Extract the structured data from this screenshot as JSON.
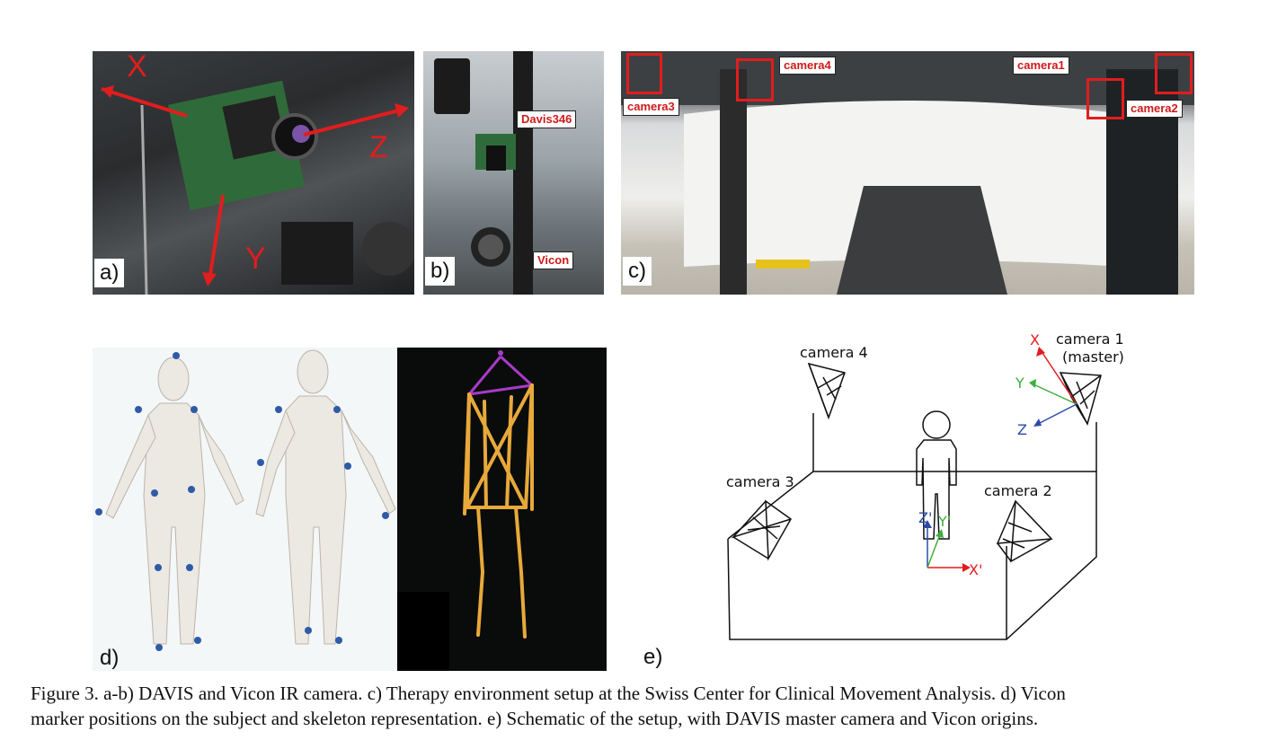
{
  "panel_a": {
    "letter": "a)",
    "axis_x": "X",
    "axis_y": "Y",
    "axis_z": "Z"
  },
  "panel_b": {
    "letter": "b)",
    "label_davis": "Davis346",
    "label_vicon": "Vicon"
  },
  "panel_c": {
    "letter": "c)",
    "cam1": "camera1",
    "cam2": "camera2",
    "cam3": "camera3",
    "cam4": "camera4"
  },
  "panel_d": {
    "letter": "d)"
  },
  "panel_e": {
    "letter": "e)",
    "camera1": "camera 1",
    "master": "(master)",
    "camera2": "camera 2",
    "camera3": "camera 3",
    "camera4": "camera 4",
    "axis_x": "X",
    "axis_y": "Y",
    "axis_z": "Z",
    "axis_xp": "X'",
    "axis_yp": "Y'",
    "axis_zp": "Z'"
  },
  "caption": {
    "line1": "Figure 3.  a-b) DAVIS and Vicon IR camera. c) Therapy environment setup at the Swiss Center for Clinical Movement Analysis. d) Vicon",
    "line2": "marker positions on the subject and skeleton representation. e) Schematic of the setup, with DAVIS master camera and Vicon origins."
  },
  "colors": {
    "red": "#e11d1d",
    "green": "#3fae3f",
    "blue": "#2d4aa8",
    "skeleton": "#e8a93a",
    "marker": "#2f5aa8"
  }
}
